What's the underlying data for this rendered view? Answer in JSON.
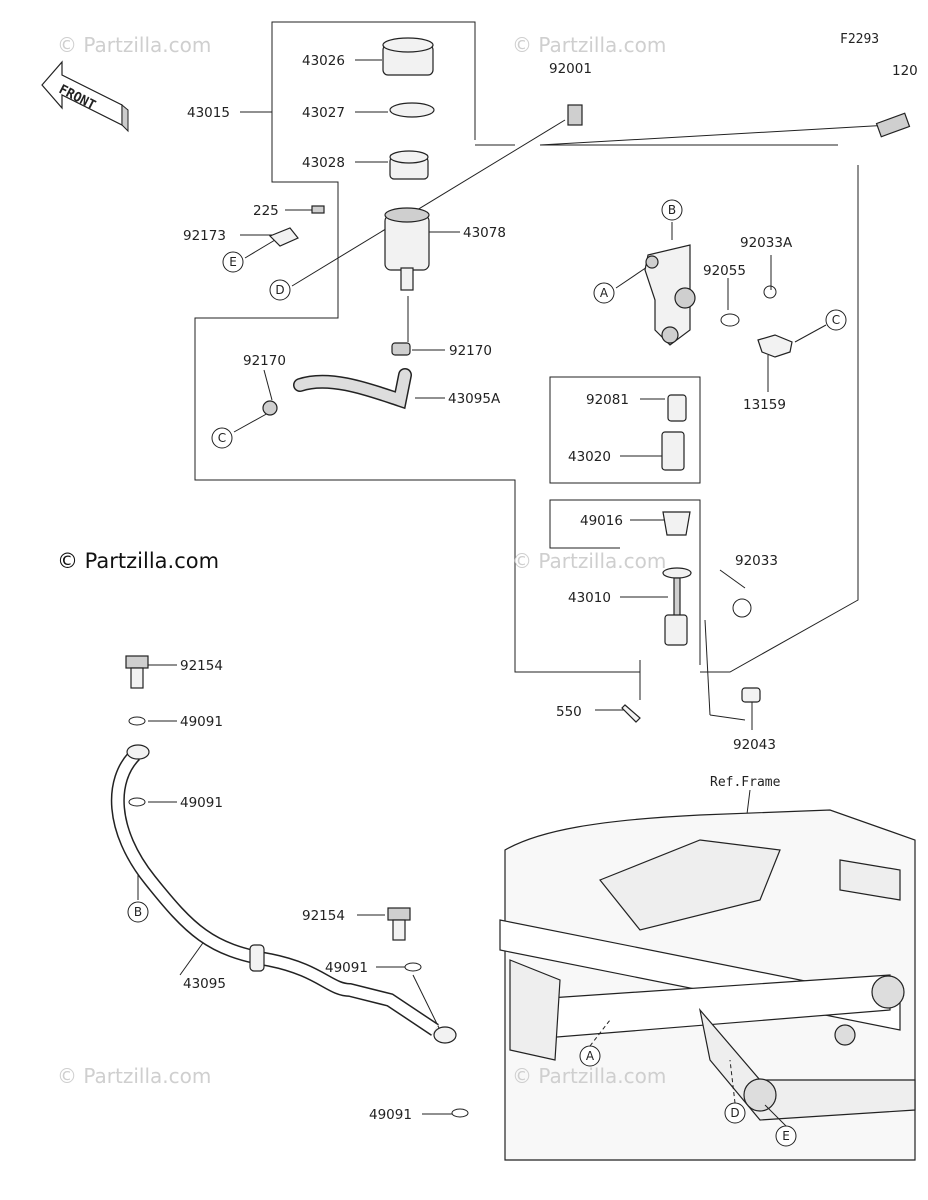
{
  "diagram_code": "F2293",
  "front_label": "FRONT",
  "copyright": "© Partzilla.com",
  "watermark": "© Partzilla.com",
  "ref_frame": "Ref.Frame",
  "parts": {
    "p43026": "43026",
    "p43027": "43027",
    "p43028": "43028",
    "p43015": "43015",
    "p92001": "92001",
    "p120": "120",
    "p225": "225",
    "p92173": "92173",
    "p43078": "43078",
    "p92033A": "92033A",
    "p92055": "92055",
    "p13159": "13159",
    "p92170a": "92170",
    "p92170b": "92170",
    "p43095A": "43095A",
    "p92081": "92081",
    "p43020": "43020",
    "p49016": "49016",
    "p92033": "92033",
    "p43010": "43010",
    "p550": "550",
    "p92043": "92043",
    "p92154a": "92154",
    "p49091a": "49091",
    "p49091b": "49091",
    "p43095": "43095",
    "p92154b": "92154",
    "p49091c": "49091",
    "p49091d": "49091"
  },
  "refs": {
    "A": "A",
    "B": "B",
    "C": "C",
    "D": "D",
    "E": "E"
  }
}
